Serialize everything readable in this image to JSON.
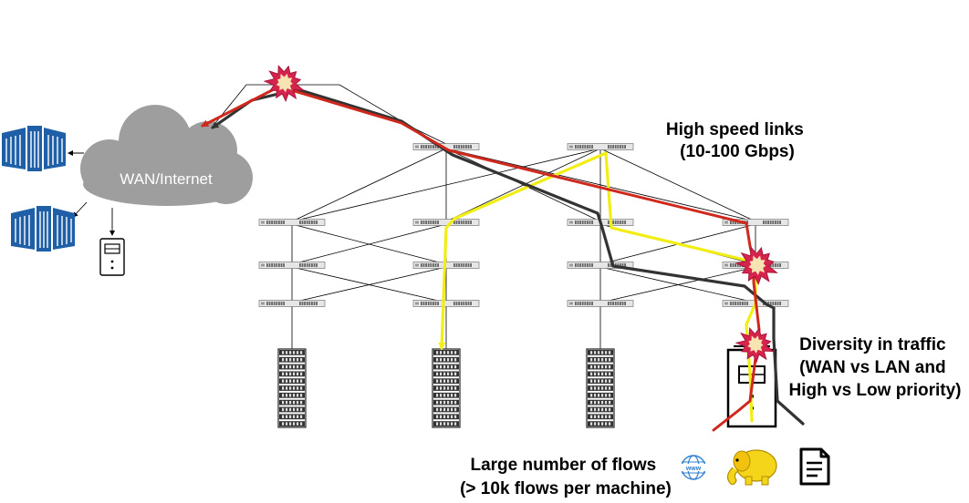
{
  "cloud": {
    "label": "WAN/Internet"
  },
  "annotations": {
    "high_speed": {
      "line1": "High speed links",
      "line2": "(10-100 Gbps)"
    },
    "diversity": {
      "line1": "Diversity in traffic",
      "line2": "(WAN vs LAN and",
      "line3": "High vs Low priority)"
    },
    "flows": {
      "line1": "Large number of flows",
      "line2": "(> 10k flows per machine)"
    }
  },
  "icons": {
    "www_text": "www"
  },
  "colors": {
    "red_path": "#d0281c",
    "dark_path": "#333333",
    "yellow_path": "#f2ee14",
    "cloud": "#9e9e9e",
    "server_blue": "#1e5fa8",
    "burst_red": "#d6254c",
    "burst_core": "#f8e4b2"
  }
}
